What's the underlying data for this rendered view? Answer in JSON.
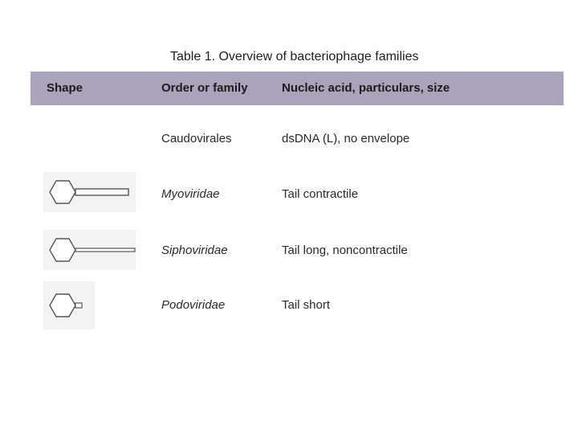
{
  "table": {
    "title": "Table 1. Overview of bacteriophage families",
    "headers": {
      "shape": "Shape",
      "order": "Order or family",
      "acid": "Nucleic acid, particulars, size"
    },
    "rows": [
      {
        "shape_icon": "",
        "order": "Caudovirales",
        "acid": "dsDNA (L), no envelope"
      },
      {
        "shape_icon": "phage-contractile-tail-icon",
        "order": "Myoviridae",
        "acid": "Tail contractile"
      },
      {
        "shape_icon": "phage-long-tail-icon",
        "order": "Siphoviridae",
        "acid": "Tail long, noncontractile"
      },
      {
        "shape_icon": "phage-short-tail-icon",
        "order": "Podoviridae",
        "acid": "Tail short"
      }
    ]
  },
  "colors": {
    "header_bg": "#a9a4bb",
    "text": "#2a2a2a",
    "icon_stroke": "#555555"
  }
}
